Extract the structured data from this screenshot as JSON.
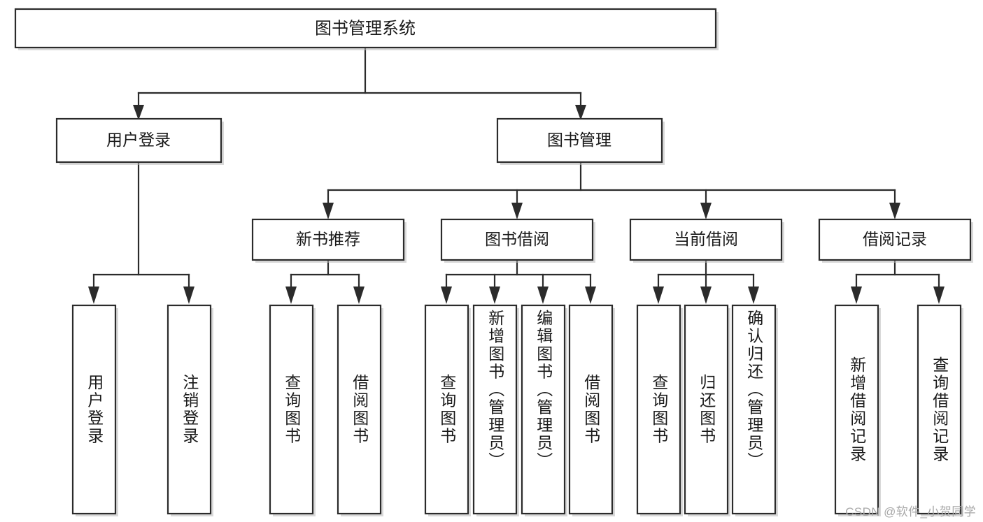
{
  "diagram": {
    "title": "图书管理系统",
    "type": "tree-hierarchy-diagram",
    "colors": {
      "background": "#ffffff",
      "stroke": "#2b2b2b",
      "text": "#1a1a1a",
      "shadow": "#b9b9b9",
      "watermark": "#a8a8a8"
    },
    "root": {
      "label": "图书管理系统"
    },
    "level2": [
      {
        "label": "用户登录"
      },
      {
        "label": "图书管理"
      }
    ],
    "level3": [
      {
        "label": "新书推荐"
      },
      {
        "label": "图书借阅"
      },
      {
        "label": "当前借阅"
      },
      {
        "label": "借阅记录"
      }
    ],
    "leaves": {
      "user_login": [
        {
          "label": "用户登录"
        },
        {
          "label": "注销登录"
        }
      ],
      "new_book_recommend": [
        {
          "label": "查询图书"
        },
        {
          "label": "借阅图书"
        }
      ],
      "book_borrow": [
        {
          "label": "查询图书"
        },
        {
          "label": "新增图书（管理员）"
        },
        {
          "label": "编辑图书（管理员）"
        },
        {
          "label": "借阅图书"
        }
      ],
      "current_borrow": [
        {
          "label": "查询图书"
        },
        {
          "label": "归还图书"
        },
        {
          "label": "确认归还（管理员）"
        }
      ],
      "borrow_record": [
        {
          "label": "新增借阅记录"
        },
        {
          "label": "查询借阅记录"
        }
      ]
    },
    "watermark": "CSDN @软件_小贺同学"
  }
}
